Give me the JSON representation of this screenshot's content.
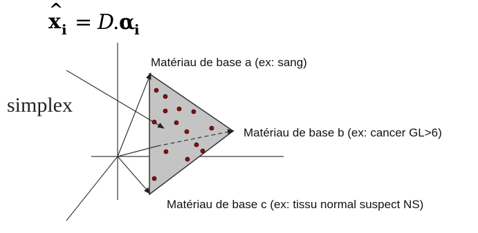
{
  "formula": {
    "lhs_symbol": "x",
    "lhs_hat": "^",
    "lhs_subscript": "i",
    "equals": "=",
    "dictionary": "D",
    "dot": ".",
    "coef_symbol": "α",
    "coef_subscript": "i"
  },
  "labels": {
    "simplex": "simplex",
    "vertex_a": "Matériau de base a (ex: sang)",
    "vertex_b": "Matériau de base b (ex: cancer GL>6)",
    "vertex_c": "Matériau de base c (ex: tissu normal suspect NS)"
  },
  "colors": {
    "triangle_fill": "#c4c4c4",
    "point_fill": "#8b0f0f",
    "line": "#3a3a3a"
  },
  "points_count_note": ""
}
